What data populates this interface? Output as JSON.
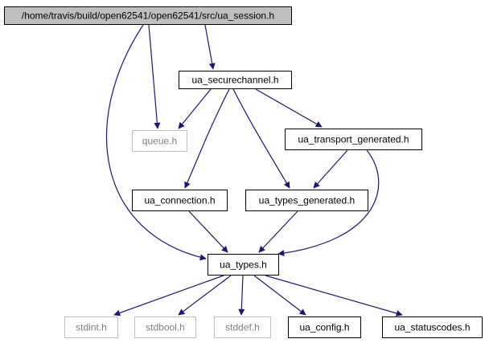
{
  "nodes": [
    {
      "id": "session",
      "label": "/home/travis/build/open62541/open62541/src/ua_session.h",
      "style": "root"
    },
    {
      "id": "securechannel",
      "label": "ua_securechannel.h",
      "style": "documented"
    },
    {
      "id": "queue",
      "label": "queue.h",
      "style": "external"
    },
    {
      "id": "transport",
      "label": "ua_transport_generated.h",
      "style": "documented"
    },
    {
      "id": "connection",
      "label": "ua_connection.h",
      "style": "documented"
    },
    {
      "id": "types_generated",
      "label": "ua_types_generated.h",
      "style": "documented"
    },
    {
      "id": "types",
      "label": "ua_types.h",
      "style": "documented"
    },
    {
      "id": "stdint",
      "label": "stdint.h",
      "style": "external"
    },
    {
      "id": "stdbool",
      "label": "stdbool.h",
      "style": "external"
    },
    {
      "id": "stddef",
      "label": "stddef.h",
      "style": "external"
    },
    {
      "id": "config",
      "label": "ua_config.h",
      "style": "documented"
    },
    {
      "id": "statuscodes",
      "label": "ua_statuscodes.h",
      "style": "documented"
    }
  ],
  "edges": [
    {
      "from": "session",
      "to": "securechannel"
    },
    {
      "from": "session",
      "to": "queue"
    },
    {
      "from": "session",
      "to": "types"
    },
    {
      "from": "securechannel",
      "to": "queue"
    },
    {
      "from": "securechannel",
      "to": "transport"
    },
    {
      "from": "securechannel",
      "to": "connection"
    },
    {
      "from": "securechannel",
      "to": "types_generated"
    },
    {
      "from": "transport",
      "to": "types_generated"
    },
    {
      "from": "transport",
      "to": "types"
    },
    {
      "from": "connection",
      "to": "types"
    },
    {
      "from": "types_generated",
      "to": "types"
    },
    {
      "from": "types",
      "to": "stdint"
    },
    {
      "from": "types",
      "to": "stdbool"
    },
    {
      "from": "types",
      "to": "stddef"
    },
    {
      "from": "types",
      "to": "config"
    },
    {
      "from": "types",
      "to": "statuscodes"
    }
  ],
  "colors": {
    "edge": "#191970",
    "root_fill": "#bfbfbf",
    "documented_border": "#000000",
    "external_border": "#bfbfbf",
    "external_text": "#7f7f7f",
    "text": "#000000"
  }
}
